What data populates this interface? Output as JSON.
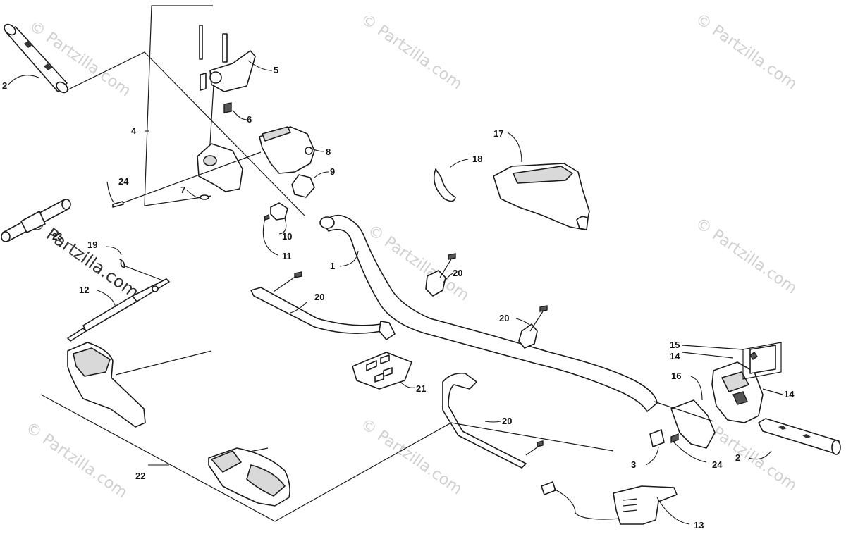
{
  "watermark": {
    "text": "© Partzilla.com"
  },
  "callouts": {
    "p1": "1",
    "p2a": "2",
    "p2b": "2",
    "p3": "3",
    "p4": "4",
    "p5": "5",
    "p6": "6",
    "p7": "7",
    "p8": "8",
    "p9": "9",
    "p10": "10",
    "p11": "11",
    "p12": "12",
    "p13": "13",
    "p14a": "14",
    "p14b": "14",
    "p15": "15",
    "p16": "16",
    "p17": "17",
    "p18": "18",
    "p19": "19",
    "p20a": "20",
    "p20b": "20",
    "p20c": "20",
    "p20d": "20",
    "p21": "21",
    "p22": "22",
    "p23": "23",
    "p24a": "24",
    "p24b": "24"
  },
  "colors": {
    "line": "#1a1a1a",
    "watermark": "#d0d0d0",
    "background": "#ffffff"
  }
}
